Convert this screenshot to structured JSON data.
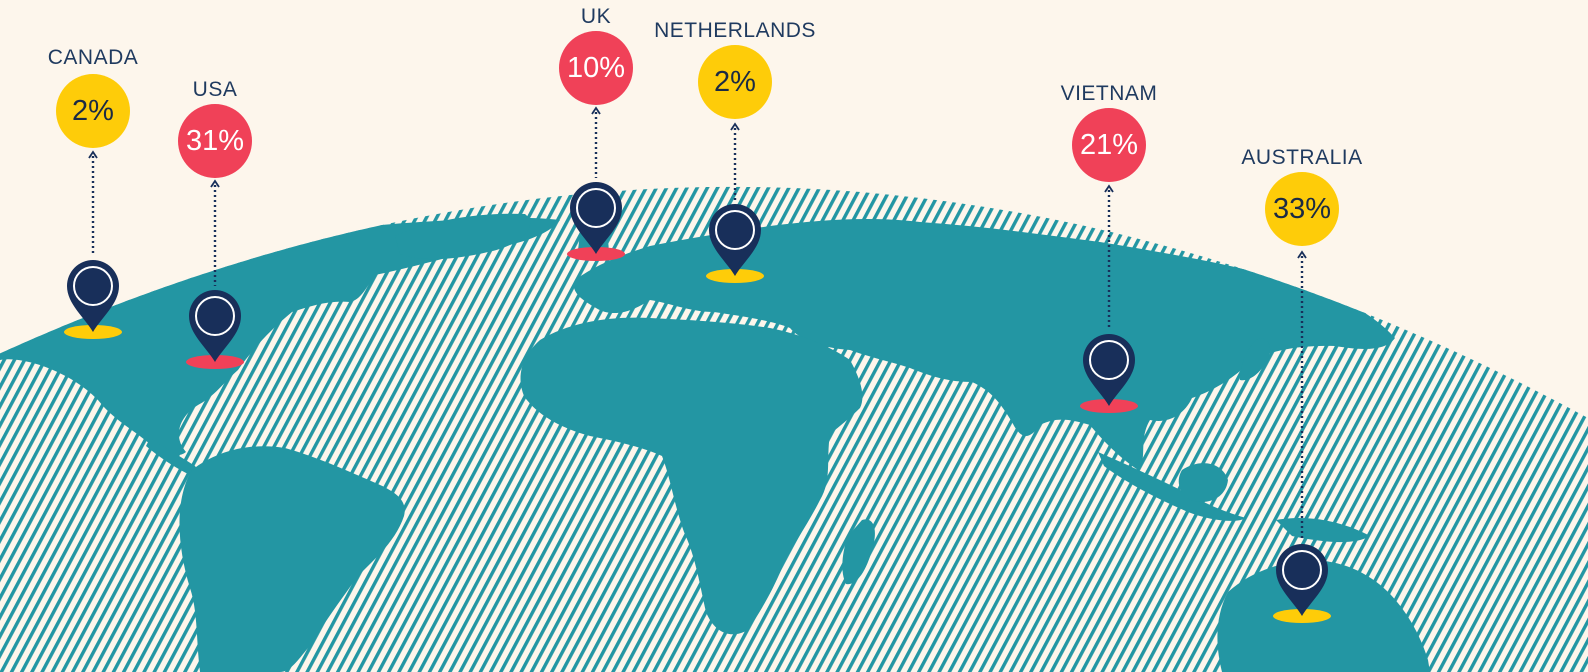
{
  "colors": {
    "background": "#fdf6ec",
    "land": "#2396a3",
    "hatch": "#2396a3",
    "pin": "#182f5a",
    "pin_outline": "#ffffff",
    "label_text": "#1f3a5f",
    "red": "#f04158",
    "yellow": "#fecc09",
    "bubble_text_on_red": "#ffffff",
    "bubble_text_on_yellow": "#1b2a44"
  },
  "icons": {
    "pin": "map-pin-icon",
    "arrow": "arrow-up-icon"
  },
  "markers": [
    {
      "id": "canada",
      "label": "CANADA",
      "value": "2%",
      "color": "yellow"
    },
    {
      "id": "usa",
      "label": "USA",
      "value": "31%",
      "color": "red"
    },
    {
      "id": "uk",
      "label": "UK",
      "value": "10%",
      "color": "red"
    },
    {
      "id": "netherlands",
      "label": "NETHERLANDS",
      "value": "2%",
      "color": "yellow"
    },
    {
      "id": "vietnam",
      "label": "VIETNAM",
      "value": "21%",
      "color": "red"
    },
    {
      "id": "australia",
      "label": "AUSTRALIA",
      "value": "33%",
      "color": "yellow"
    }
  ]
}
